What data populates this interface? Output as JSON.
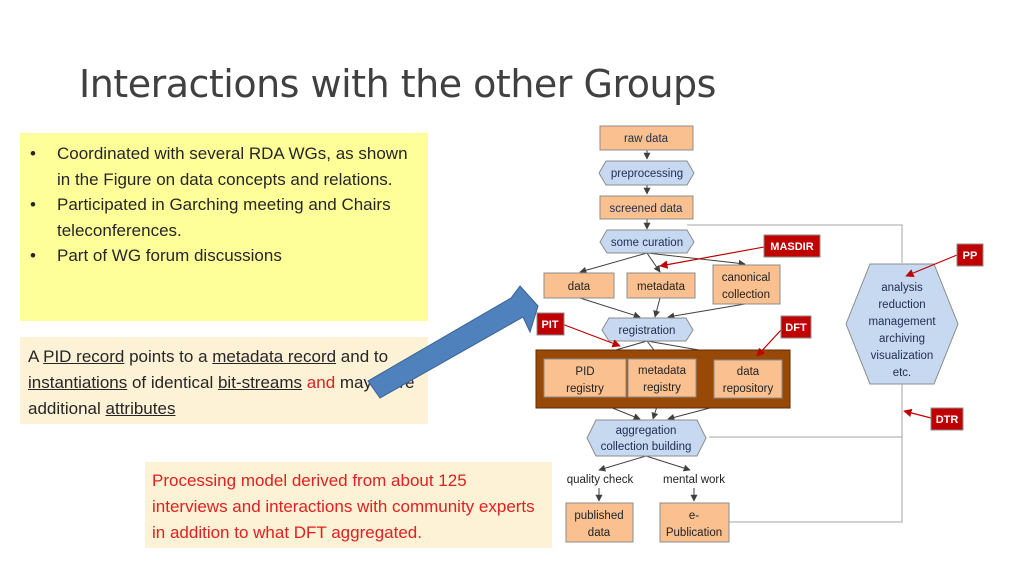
{
  "title": "Interactions with the other Groups",
  "bullets": [
    "Coordinated with several RDA WGs, as shown in the Figure on data concepts and relations.",
    "Participated in Garching meeting and Chairs teleconferences.",
    "Part of WG forum discussions"
  ],
  "pid_note": {
    "p1": "A ",
    "u1": "PID record",
    "p2": " points to a ",
    "u2": "metadata record",
    "p3": " and to ",
    "u3": "instantiations",
    "p4": " of identical ",
    "u4": "bit-streams",
    "p5": " ",
    "red": "and",
    "p6": " may store additional ",
    "u5": "attributes"
  },
  "processing_note": "Processing model derived from about 125 interviews and interactions with community experts in addition to what DFT aggregated.",
  "diagram": {
    "raw_data": "raw data",
    "preprocessing": "preprocessing",
    "screened_data": "screened data",
    "some_curation": "some curation",
    "data": "data",
    "metadata": "metadata",
    "canonical_1": "canonical",
    "canonical_2": "collection",
    "registration": "registration",
    "pid_1": "PID",
    "pid_2": "registry",
    "metadata_reg_1": "metadata",
    "metadata_reg_2": "registry",
    "data_repo_1": "data",
    "data_repo_2": "repository",
    "aggregation_1": "aggregation",
    "aggregation_2": "collection building",
    "quality_check": "quality check",
    "mental_work": "mental work",
    "published_1": "published",
    "published_2": "data",
    "epub_1": "e-",
    "epub_2": "Publication",
    "analysis_lines": [
      "analysis",
      "reduction",
      "management",
      "archiving",
      "visualization",
      "etc."
    ],
    "tag_masdir": "MASDIR",
    "tag_pp": "PP",
    "tag_pit": "PIT",
    "tag_dft": "DFT",
    "tag_dtr": "DTR"
  },
  "colors": {
    "orange_box": "#fac090",
    "blue_box": "#c6d9f1",
    "red_tag": "#c00000",
    "registry_band": "#984807",
    "big_arrow": "#4f81bd"
  }
}
